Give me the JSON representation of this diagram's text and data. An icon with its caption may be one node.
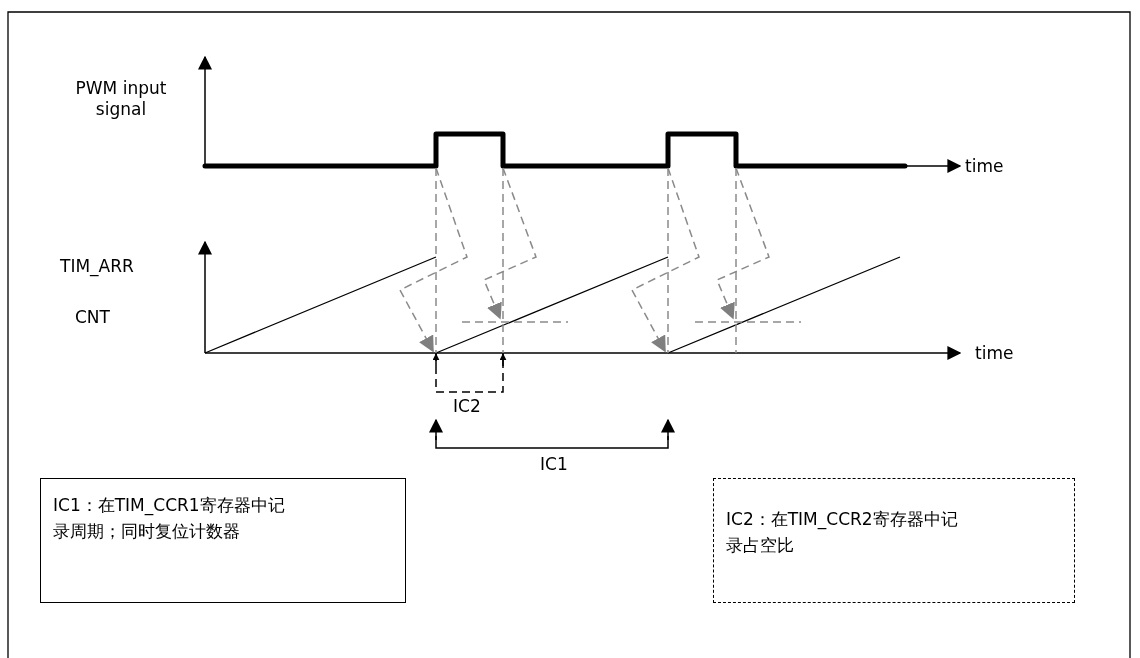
{
  "diagram": {
    "nodes": [
      {
        "text": [
          "IC1：在TIM_CCR1寄存器中记录周期；同时复位计数器"
        ]
      },
      {
        "text": [
          "IC2：在TIM_CCR2寄存器中记录占空比"
        ]
      }
    ],
    "labels": [
      "PWM input signal",
      "time",
      "TIM_ARR",
      "CNT",
      "time",
      "IC2",
      "IC1"
    ]
  }
}
